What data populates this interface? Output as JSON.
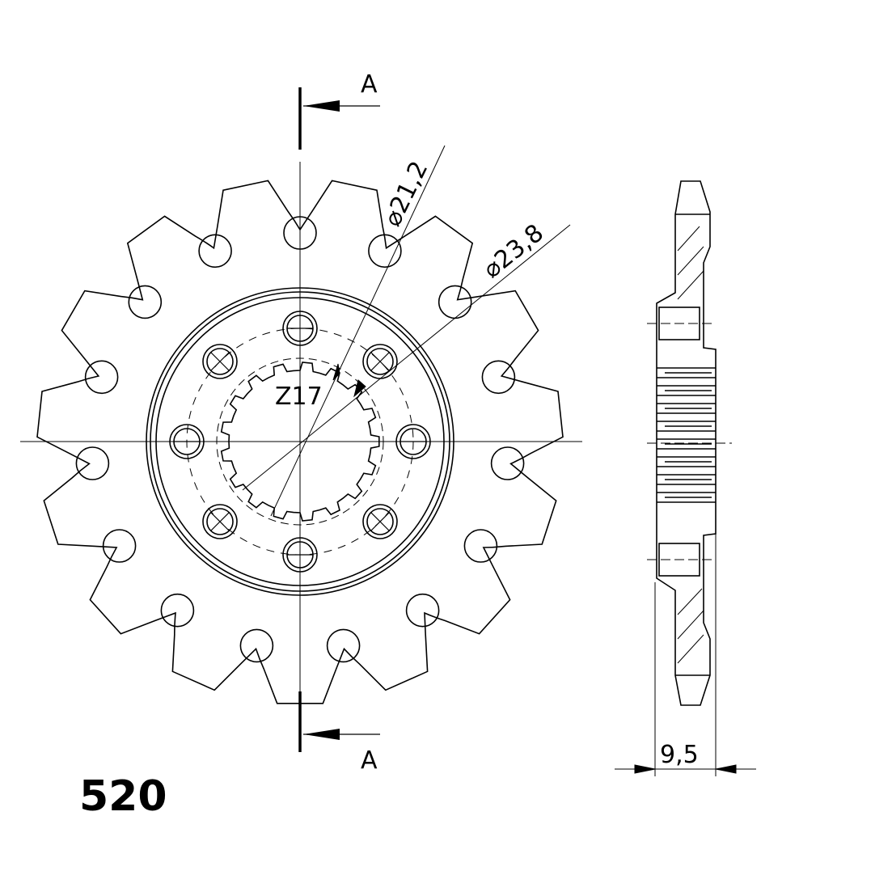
{
  "section_label_top": "A",
  "section_label_bottom": "A",
  "dim_diameter_1": "⌀21,2",
  "dim_diameter_2": "⌀23,8",
  "spline_count": "Z17",
  "thickness": "9,5",
  "chain_size": "520",
  "teeth": 15,
  "bolt_holes": 8,
  "line_color": "#000000"
}
